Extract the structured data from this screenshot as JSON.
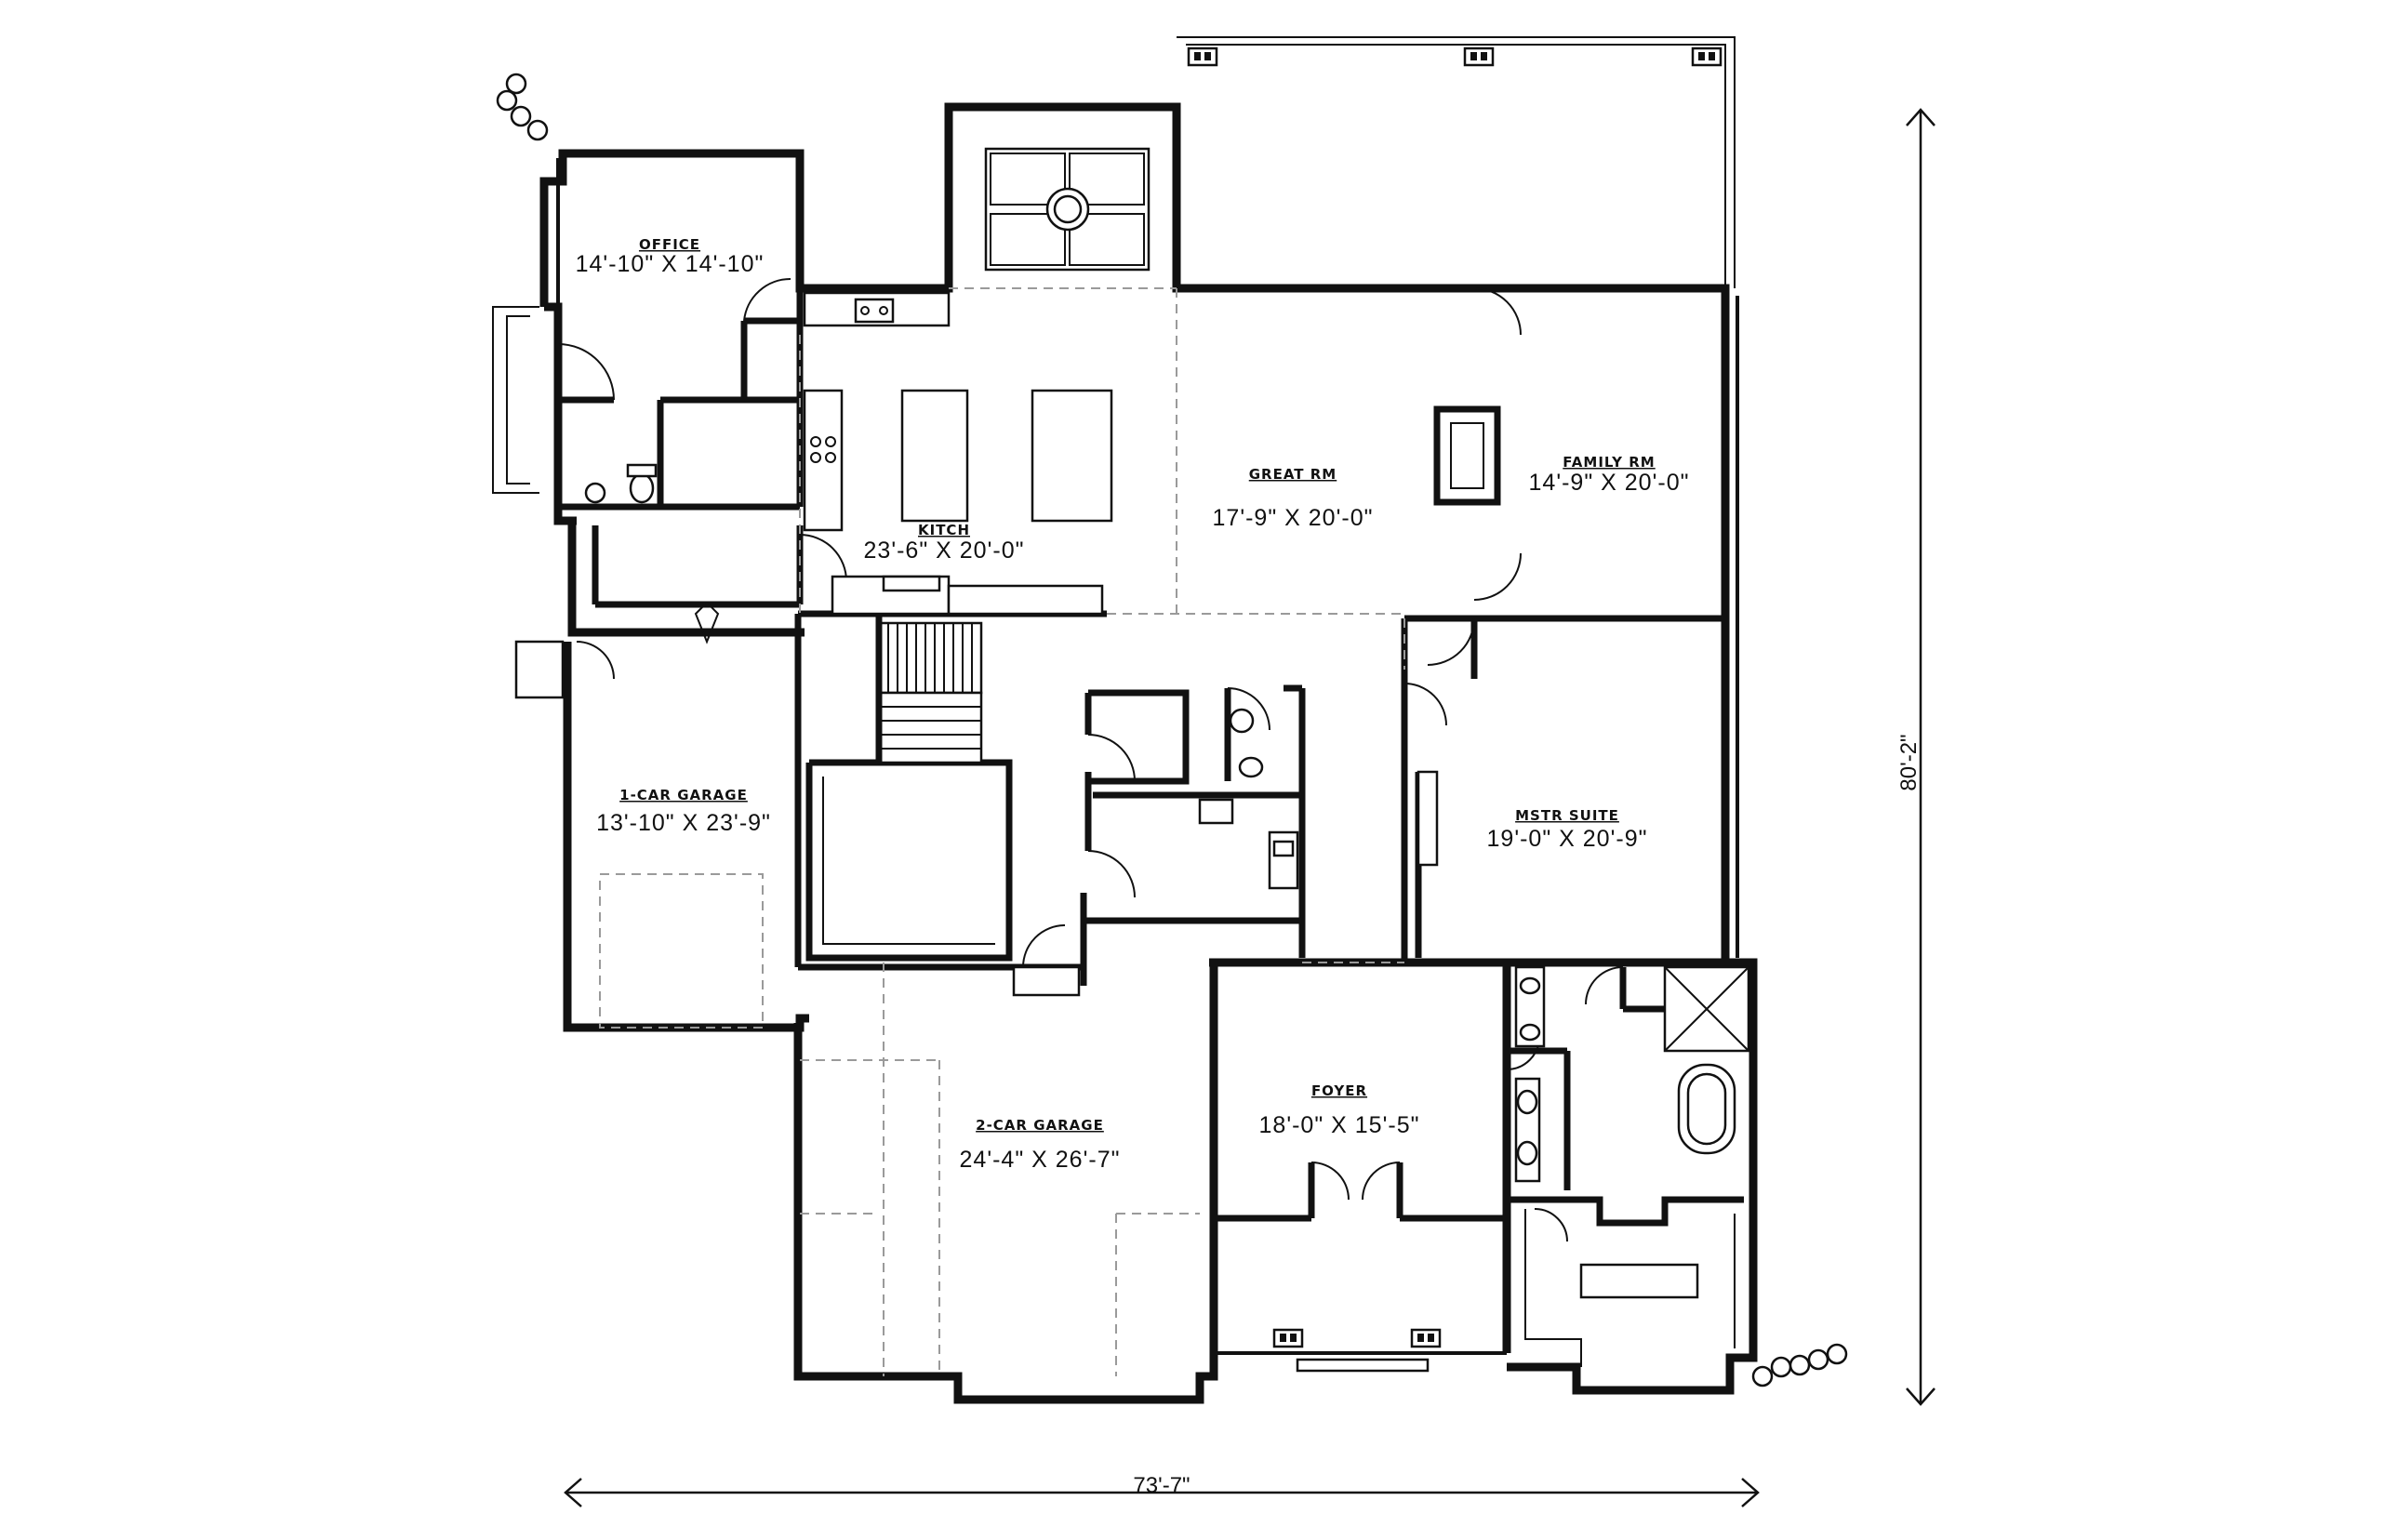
{
  "plan": {
    "rooms": [
      {
        "id": "office",
        "name": "OFFICE",
        "dims": "14'-10\" X 14'-10\""
      },
      {
        "id": "kitchen",
        "name": "KITCH",
        "dims": "23'-6\" X 20'-0\""
      },
      {
        "id": "great-rm",
        "name": "GREAT RM",
        "dims": "17'-9\" X 20'-0\""
      },
      {
        "id": "family-rm",
        "name": "FAMILY RM",
        "dims": "14'-9\" X 20'-0\""
      },
      {
        "id": "one-car-garage",
        "name": "1-CAR GARAGE",
        "dims": "13'-10\" X 23'-9\""
      },
      {
        "id": "mstr-suite",
        "name": "MSTR SUITE",
        "dims": "19'-0\" X 20'-9\""
      },
      {
        "id": "foyer",
        "name": "FOYER",
        "dims": "18'-0\" X 15'-5\""
      },
      {
        "id": "two-car-garage",
        "name": "2-CAR GARAGE",
        "dims": "24'-4\" X 26'-7\""
      }
    ],
    "overall_width": "73'-7\"",
    "overall_depth": "80'-2\""
  }
}
